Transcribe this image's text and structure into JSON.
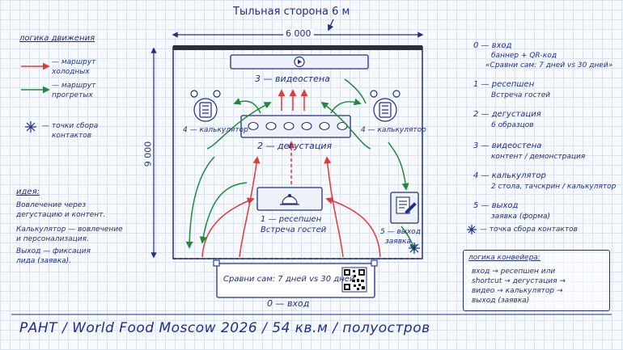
{
  "top_label": "Тыльная сторона 6 м",
  "dim_width": "6 000",
  "dim_height": "9 000",
  "legend": {
    "title": "логика движения",
    "red_label_1": "— маршрут",
    "red_label_2": "холодных",
    "green_label_1": "— маршрут",
    "green_label_2": "прогретых",
    "star_label_1": "— точки сбора",
    "star_label_2": "контактов",
    "colors": {
      "red": "#e03a3a",
      "green": "#1f8a3a",
      "blue": "#1f2f8a"
    }
  },
  "idea": {
    "title": "идея:",
    "lines": [
      "Вовлечение через",
      "дегустацию и контент.",
      "Калькулятор — вовлечение",
      "и персонализация.",
      "Выход — фиксация",
      "лида (заявка)."
    ]
  },
  "zones": {
    "videowall": "3 — видеостена",
    "tasting": "2 — дегустация",
    "calc_left": "4 — калькулятор",
    "calc_right": "4 — калькулятор",
    "reception_1": "1 — ресепшен",
    "reception_2": "Встреча гостей",
    "exit_1": "5 — выход",
    "exit_2": "заявка",
    "banner": "Сравни сам: 7 дней vs 30 дней",
    "entrance": "0 — вход"
  },
  "right_list": [
    {
      "num": "0 — вход",
      "lines": [
        "баннер + QR-код",
        "«Сравни сам: 7 дней vs 30 дней»"
      ]
    },
    {
      "num": "1 — ресепшен",
      "lines": [
        "Встреча гостей"
      ]
    },
    {
      "num": "2 — дегустация",
      "lines": [
        "6 образцов"
      ]
    },
    {
      "num": "3 — видеостена",
      "lines": [
        "контент / демонстрация"
      ]
    },
    {
      "num": "4 — калькулятор",
      "lines": [
        "2 стола, тачскрин / калькулятор"
      ]
    },
    {
      "num": "5 — выход",
      "lines": [
        "заявка (форма)"
      ]
    }
  ],
  "star_point": "— точка сбора контактов",
  "conveyor": {
    "title": "логика конвейера:",
    "lines": [
      "вход → ресепшен или",
      "shortcut → дегустация →",
      "видео → калькулятор →",
      "выход (заявка)"
    ]
  },
  "footer": "РАНТ / World Food Moscow 2026 / 54 кв.м / полуостров"
}
